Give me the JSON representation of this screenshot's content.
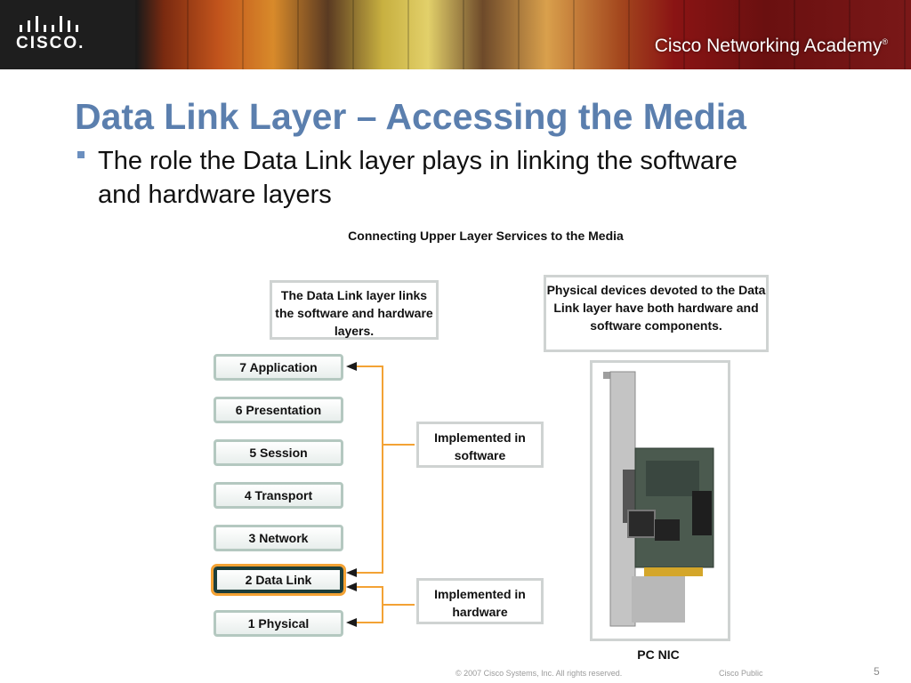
{
  "header": {
    "logo_text": "CISCO.",
    "academy_text": "Cisco Networking Academy",
    "academy_mark": "®"
  },
  "slide": {
    "title": "Data Link Layer – Accessing the Media",
    "bullet": "The role the Data Link layer plays in linking the software and hardware layers"
  },
  "figure": {
    "caption": "Connecting Upper Layer Services to the Media",
    "callout_left": "The Data Link layer links the software and hardware layers.",
    "callout_right": "Physical devices devoted to the Data Link layer have both hardware and software components.",
    "software_label": "Implemented in software",
    "hardware_label": "Implemented in hardware",
    "nic_label": "PC NIC",
    "layers": [
      "7 Application",
      "6 Presentation",
      "5 Session",
      "4 Transport",
      "3 Network",
      "2 Data Link",
      "1 Physical"
    ],
    "highlight_color": "#f3a234",
    "arrow_color": "#f3a234"
  },
  "footer": {
    "copyright": "© 2007 Cisco Systems, Inc. All rights reserved.",
    "classification": "Cisco Public",
    "page_number": "5"
  }
}
